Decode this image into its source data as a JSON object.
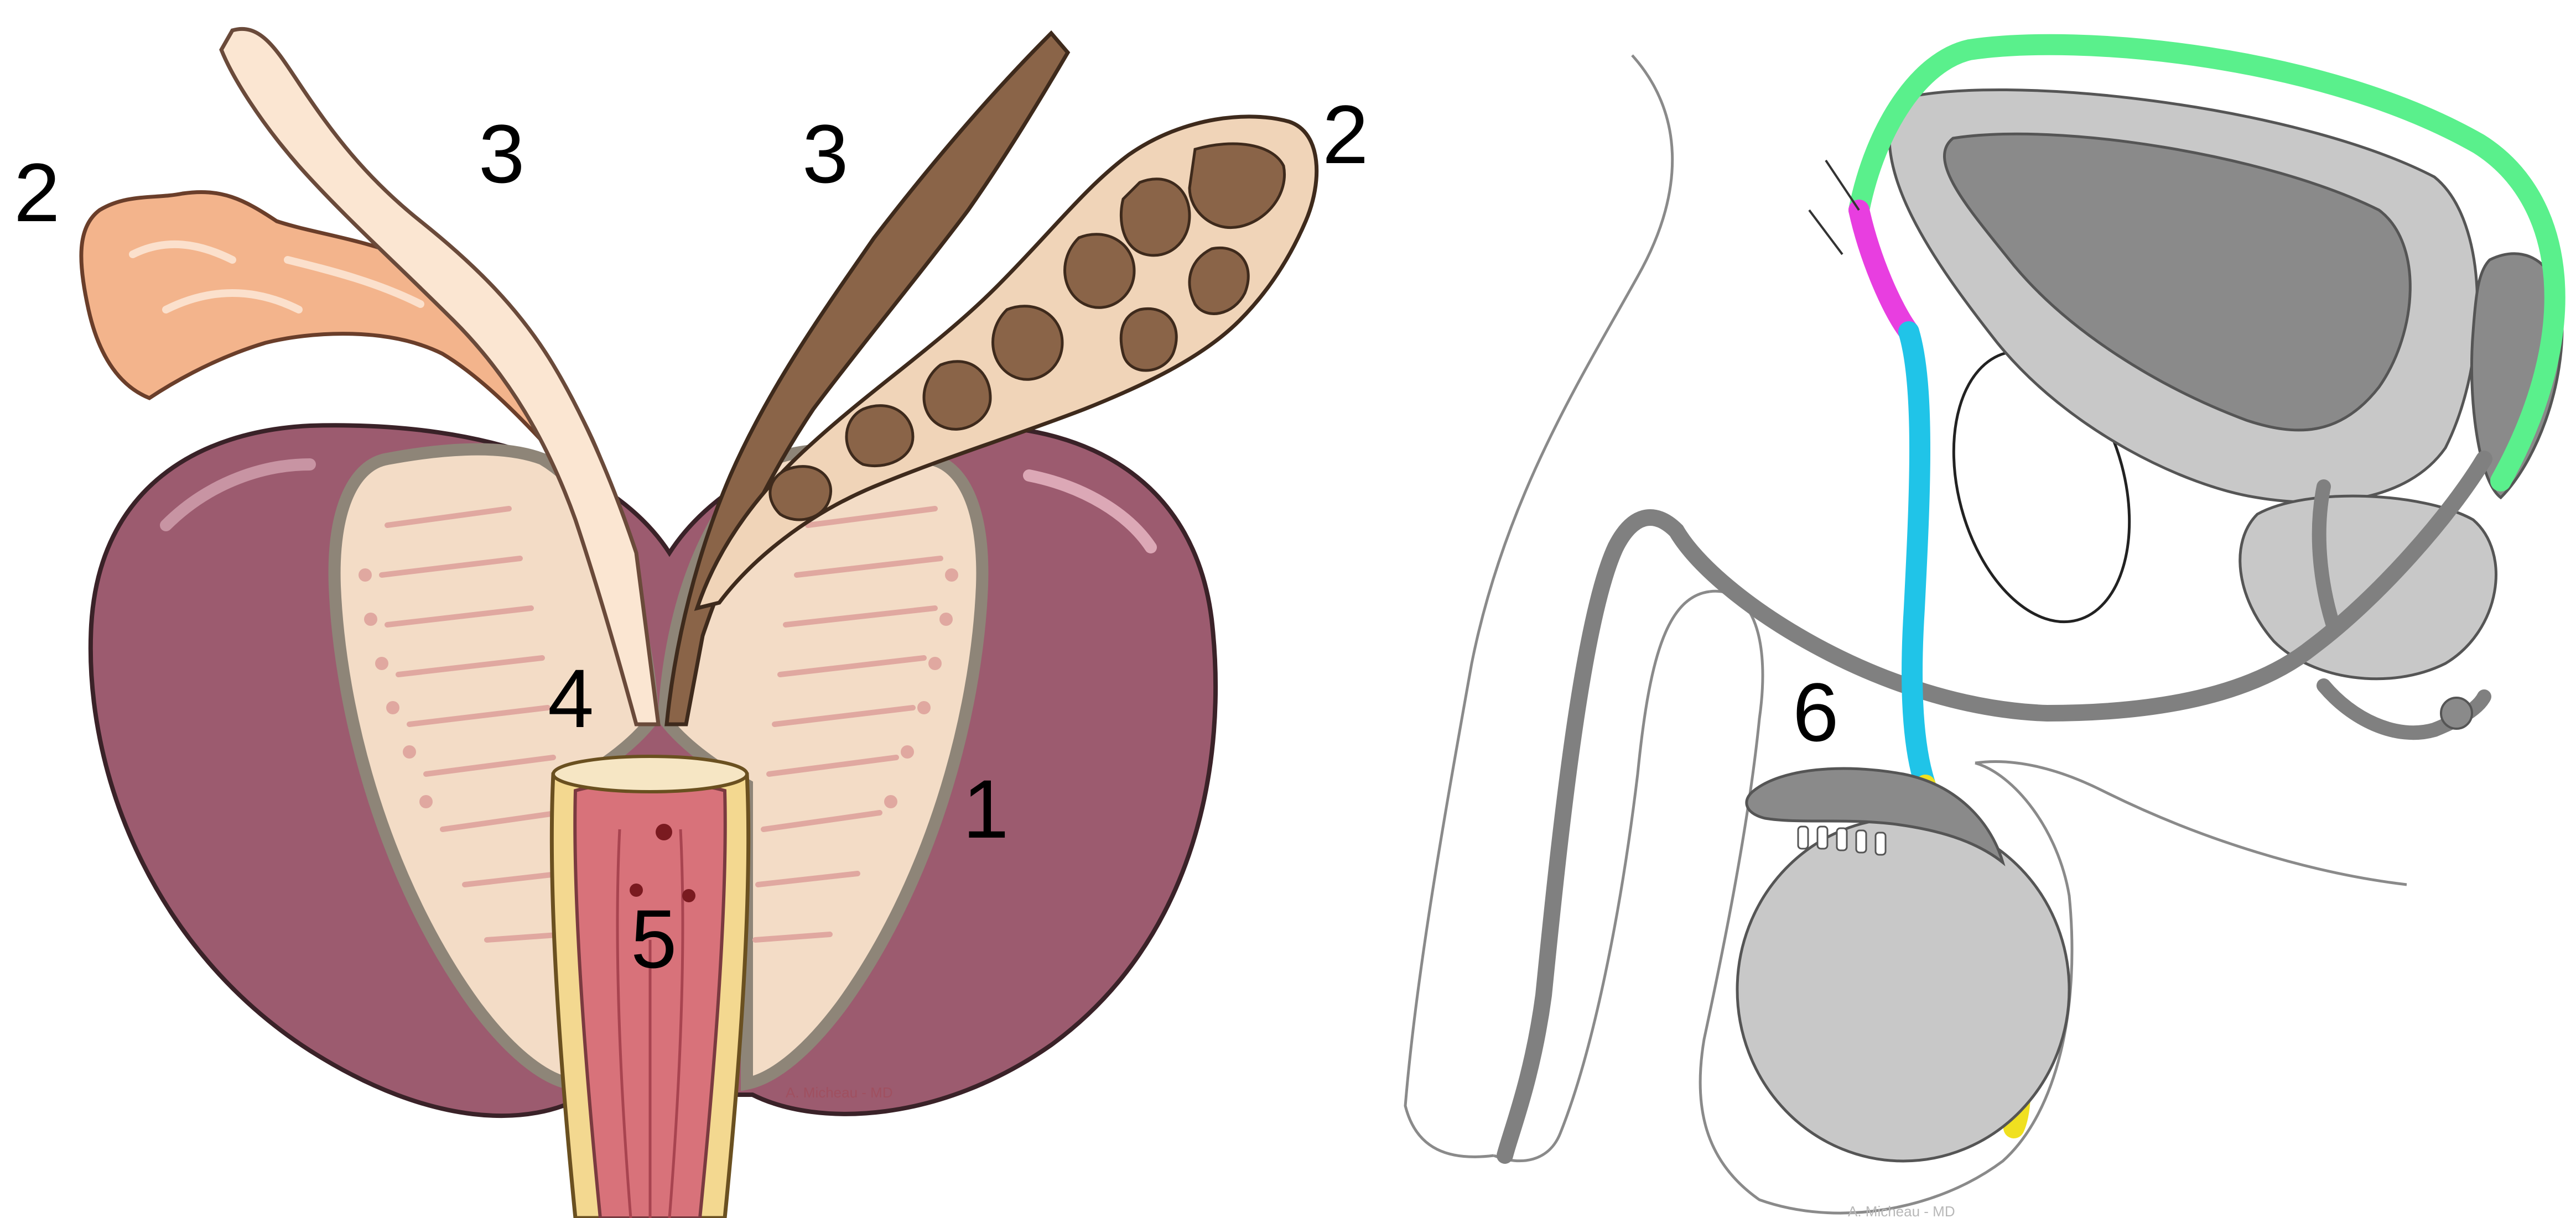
{
  "labels": {
    "prostate": "1",
    "seminal_vesicle_left": "2",
    "seminal_vesicle_right": "2",
    "vas_deferens_left": "3",
    "vas_deferens_right": "3",
    "ejaculatory_duct": "4",
    "urethra": "5",
    "testis": "6"
  },
  "credits": {
    "left": "A. Micheau - MD",
    "right": "A. Micheau - MD"
  },
  "colors": {
    "prostate": "#9c5b6f",
    "prostate_cut": "#f3dcc6",
    "seminal_vesicle_left": "#f3b48c",
    "vas_deferens_left": "#fbe6d2",
    "seminal_vesicle_right": "#8a6448",
    "urethra": "#d8727a",
    "duct_gray": "#808080",
    "duct_green": "#5af08c",
    "duct_magenta": "#e83ee0",
    "duct_cyan": "#20c4e8",
    "duct_yellow": "#f0e020",
    "organ_gray": "#c8c8c8",
    "organ_dark_gray": "#8a8a8a"
  },
  "icons": [
    "prostate-illustration",
    "male-pelvis-sagittal-diagram"
  ]
}
